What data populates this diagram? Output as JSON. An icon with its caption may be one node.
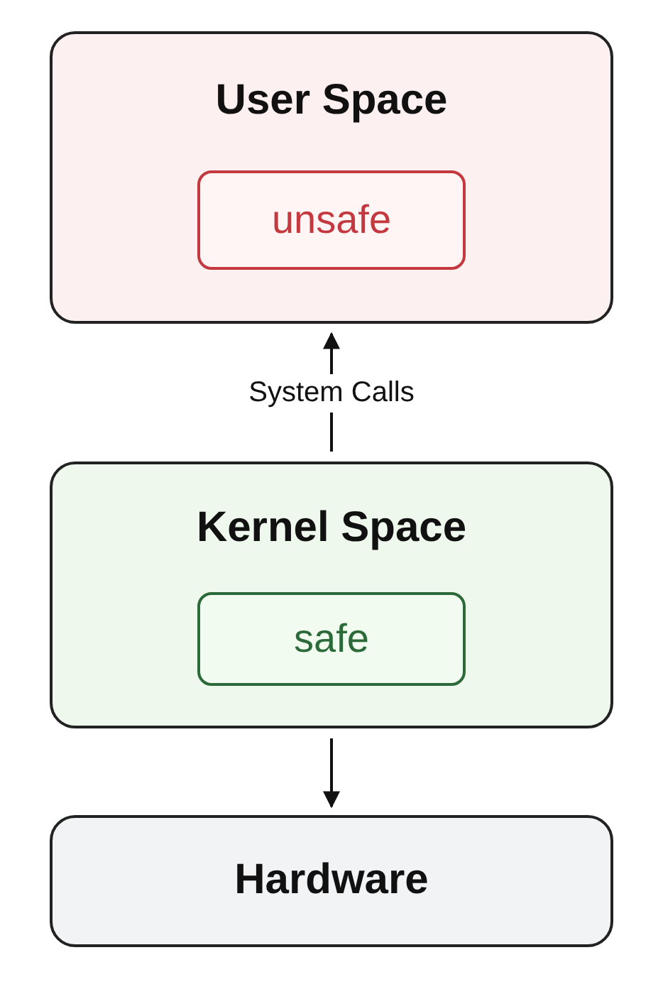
{
  "diagram": {
    "nodes": [
      {
        "text": [
          "User Space"
        ]
      },
      {
        "text": [
          "unsafe"
        ],
        "in": 0
      },
      {
        "text": [
          "Kernel Space"
        ]
      },
      {
        "text": [
          "safe"
        ],
        "in": 2
      },
      {
        "text": [
          "Hardware"
        ]
      }
    ],
    "edges": [
      {
        "from": 2,
        "to": 0,
        "arrow": "to",
        "label": "System Calls"
      },
      {
        "from": 2,
        "to": 4,
        "arrow": "to"
      }
    ]
  }
}
